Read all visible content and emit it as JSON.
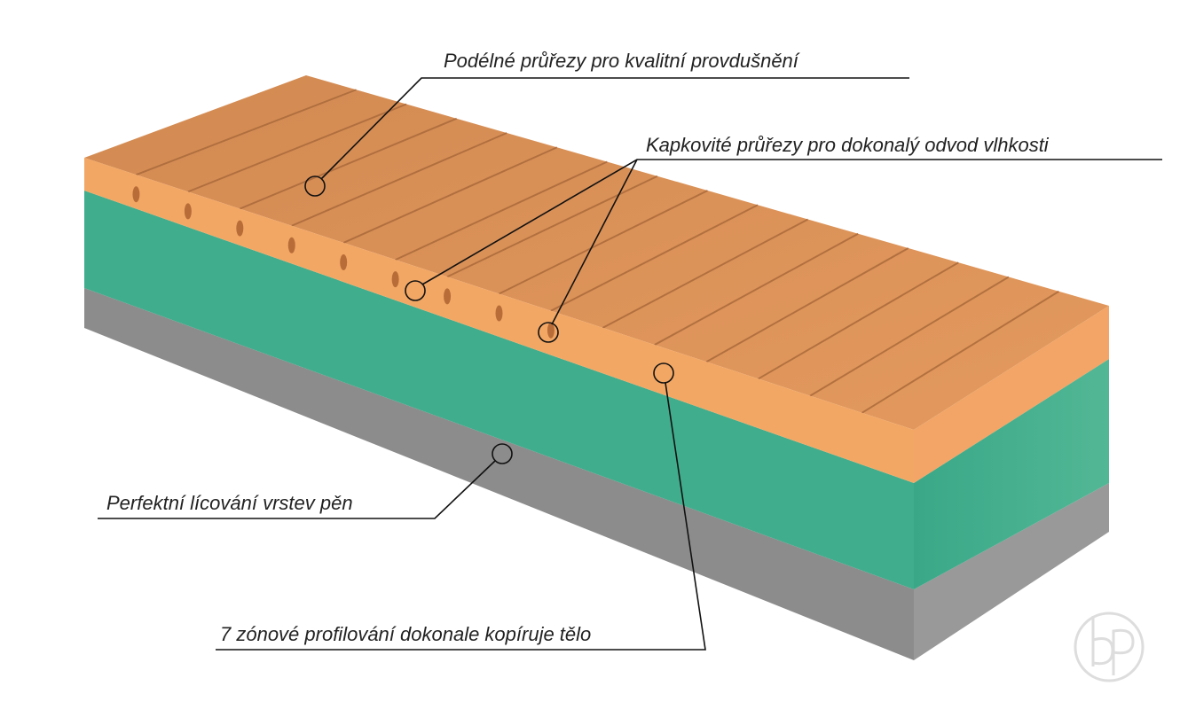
{
  "callouts": [
    {
      "text": "Podélné průřezy pro kvalitní provdušnění"
    },
    {
      "text": "Kapkovité průřezy pro dokonalý odvod vlhkosti"
    },
    {
      "text": "Perfektní lícování vrstev pěn"
    },
    {
      "text": "7 zónové profilování dokonale kopíruje tělo"
    }
  ],
  "logo": {
    "text": "BP"
  },
  "colors": {
    "orange": "#f0a35e",
    "orange_top": "#d9915a",
    "green": "#3fb08f",
    "gray": "#8a8a8a",
    "line": "#111111"
  }
}
